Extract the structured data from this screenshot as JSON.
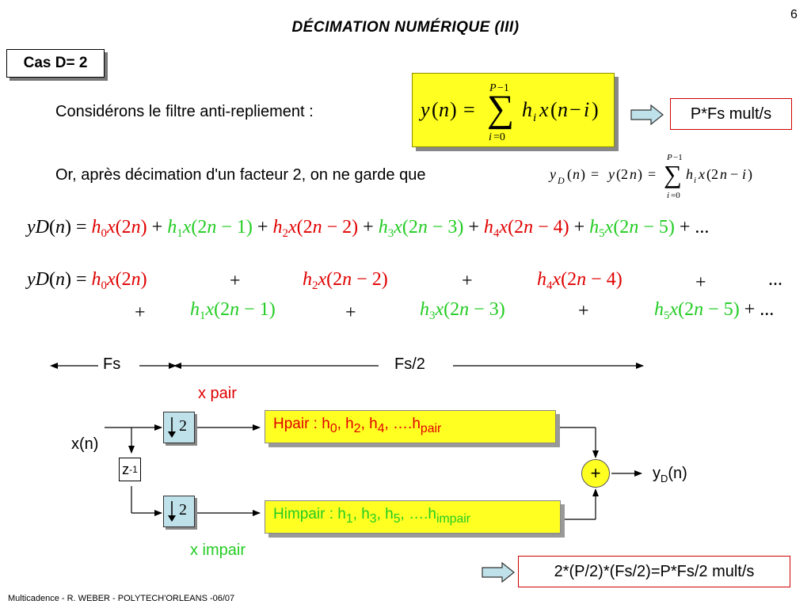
{
  "page_number": "6",
  "title": "DÉCIMATION NUMÉRIQUE (III)",
  "case_label": "Cas D= 2",
  "consider_text": "Considérons le filtre anti-repliement :",
  "result_mult_top": "P*Fs mult/s",
  "after_text": "Or, après décimation d'un facteur 2, on ne garde que",
  "axis": {
    "fs_label": "Fs",
    "fs2_label": "Fs/2"
  },
  "diagram": {
    "x_pair_label": "x pair",
    "x_impair_label": "x impair",
    "input_label": "x(n)",
    "delay_label": "z",
    "delay_exp": "-1",
    "downsample_factor": "2",
    "hpair": {
      "prefix": "Hpair : h",
      "s0": "0",
      "s1": "2",
      "s2": "4",
      "ellipsis": ", ….h",
      "last": "pair"
    },
    "himpair": {
      "prefix": "Himpair : h",
      "s0": "1",
      "s1": "3",
      "s2": "5",
      "ellipsis": ", ….h",
      "last": "impair"
    },
    "adder_symbol": "+",
    "output_label": "y",
    "output_sub": "D",
    "output_suffix": "(n)"
  },
  "result_mult_bottom": "2*(P/2)*(Fs/2)=P*Fs/2 mult/s",
  "footer": "Multicadence - R. WEBER - POLYTECH'ORLEANS -06/07",
  "colors": {
    "even_terms": "#e00000",
    "odd_terms": "#22cc22",
    "filter_fill": "#ffff22",
    "downsample_fill": "#bfe1ea",
    "arrow_fill": "#bfe1ea"
  }
}
